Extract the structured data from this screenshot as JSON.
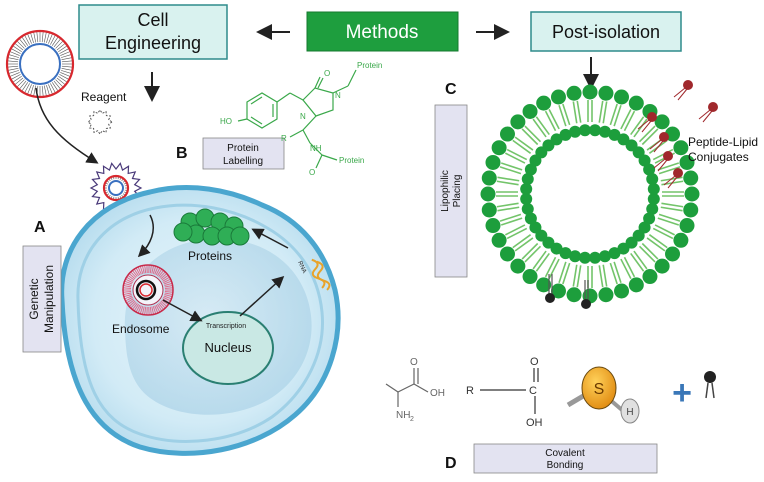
{
  "boxes": {
    "methods": "Methods",
    "cell_engineering_line1": "Cell",
    "cell_engineering_line2": "Engineering",
    "post_isolation": "Post-isolation",
    "protein_labelling_line1": "Protein",
    "protein_labelling_line2": "Labelling",
    "lipophilic_line1": "Lipophilic",
    "lipophilic_line2": "Placing",
    "genetic_line1": "Genetic",
    "genetic_line2": "Manipulation",
    "covalent_line1": "Covalent",
    "covalent_line2": "Bonding"
  },
  "panel_letters": {
    "a": "A",
    "b": "B",
    "c": "C",
    "d": "D"
  },
  "labels": {
    "reagent": "Reagent",
    "proteins": "Proteins",
    "endosome": "Endosome",
    "nucleus": "Nucleus",
    "transcription": "Transcription",
    "rna": "RNA",
    "peptide_lipid_line1": "Peptide-Lipid",
    "peptide_lipid_line2": "Conjugates"
  },
  "chem": {
    "ho": "HO",
    "o_top": "O",
    "protein_top": "Protein",
    "n_ring": "N",
    "n_link": "N",
    "nh": "NH",
    "r": "R",
    "o_bottom": "O",
    "protein_bottom": "Protein",
    "aa_oh": "OH",
    "aa_o": "O",
    "aa_nh": "NH",
    "aa_sub": "2",
    "acid_r": "R",
    "acid_c": "C",
    "acid_o": "O",
    "acid_oh": "OH",
    "s": "S",
    "h": "H",
    "plus": "+"
  },
  "colors": {
    "header_box_fill": "#d9f2ef",
    "header_box_stroke": "#2e8b8b",
    "methods_fill": "#1e9e3e",
    "lavender_box": "#e3e3f1",
    "liposome_green": "#1d9e3c",
    "tail_green": "#73c46a",
    "cell_outline": "#4aa6cf",
    "nucleus_fill": "#c9e8e4",
    "nucleus_stroke": "#2a7f72",
    "conjugate_red": "#a0282c",
    "plus_blue": "#3a77b8",
    "s_orange": "#f0a020"
  }
}
